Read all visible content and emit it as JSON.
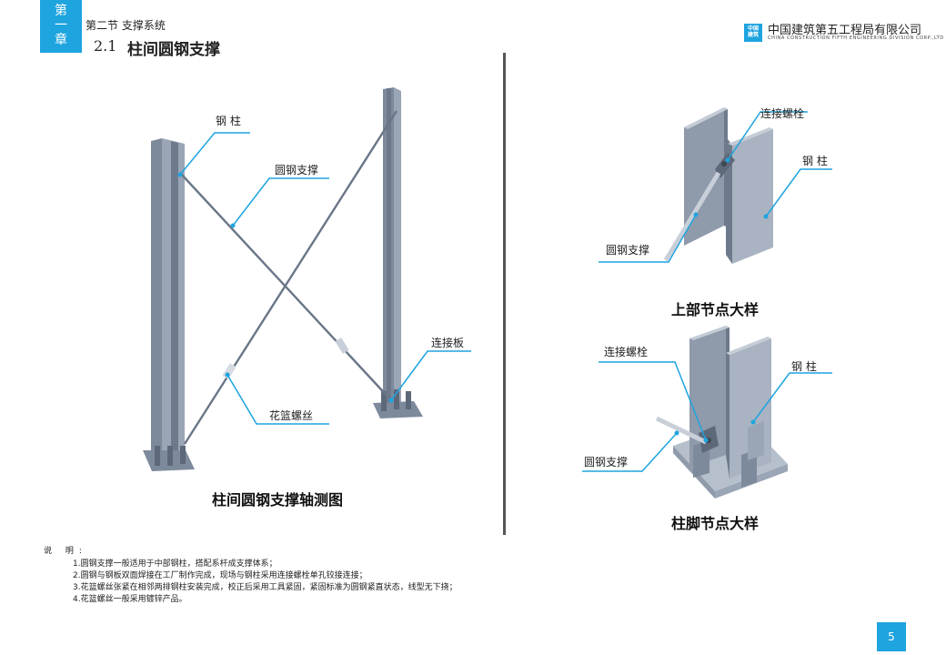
{
  "chapter": {
    "chars": [
      "第",
      "一",
      "章"
    ]
  },
  "header": {
    "section_label": "第二节  支撑系统",
    "title_num": "2.1",
    "title_text": "柱间圆钢支撑",
    "company_cn": "中国建筑第五工程局有限公司",
    "company_en": "CHINA CONSTRUCTION FIFTH ENGINEERING DIVISION CORP.,LTD",
    "logo_text": "中国建筑"
  },
  "left_figure": {
    "labels": {
      "steel_column": "钢  柱",
      "round_brace": "圆钢支撑",
      "connection_plate": "连接板",
      "turnbuckle": "花篮螺丝"
    },
    "caption": "柱间圆钢支撑轴测图"
  },
  "top_right_figure": {
    "labels": {
      "connection_bolt": "连接螺栓",
      "steel_column": "钢  柱",
      "round_brace": "圆钢支撑"
    },
    "caption": "上部节点大样"
  },
  "bottom_right_figure": {
    "labels": {
      "connection_bolt": "连接螺栓",
      "steel_column": "钢  柱",
      "round_brace": "圆钢支撑"
    },
    "caption": "柱脚节点大样"
  },
  "notes": {
    "title": "说  明:",
    "items": [
      "1.圆钢支撑一般适用于中部钢柱，搭配系杆成支撑体系；",
      "2.圆钢与钢板双面焊接在工厂制作完成，现场与钢柱采用连接螺栓单孔铰接连接；",
      "3.花篮螺丝张紧在相邻两排钢柱安装完成，校正后采用工具紧固，紧固标准为圆钢紧直状态，线型无下挠；",
      "4.花篮螺丝一般采用镀锌产品。"
    ]
  },
  "page_number": "5",
  "colors": {
    "accent": "#1ea4df",
    "steel": "#8a96a8",
    "steel_dark": "#5d6878",
    "steel_light": "#b9c2ce"
  }
}
